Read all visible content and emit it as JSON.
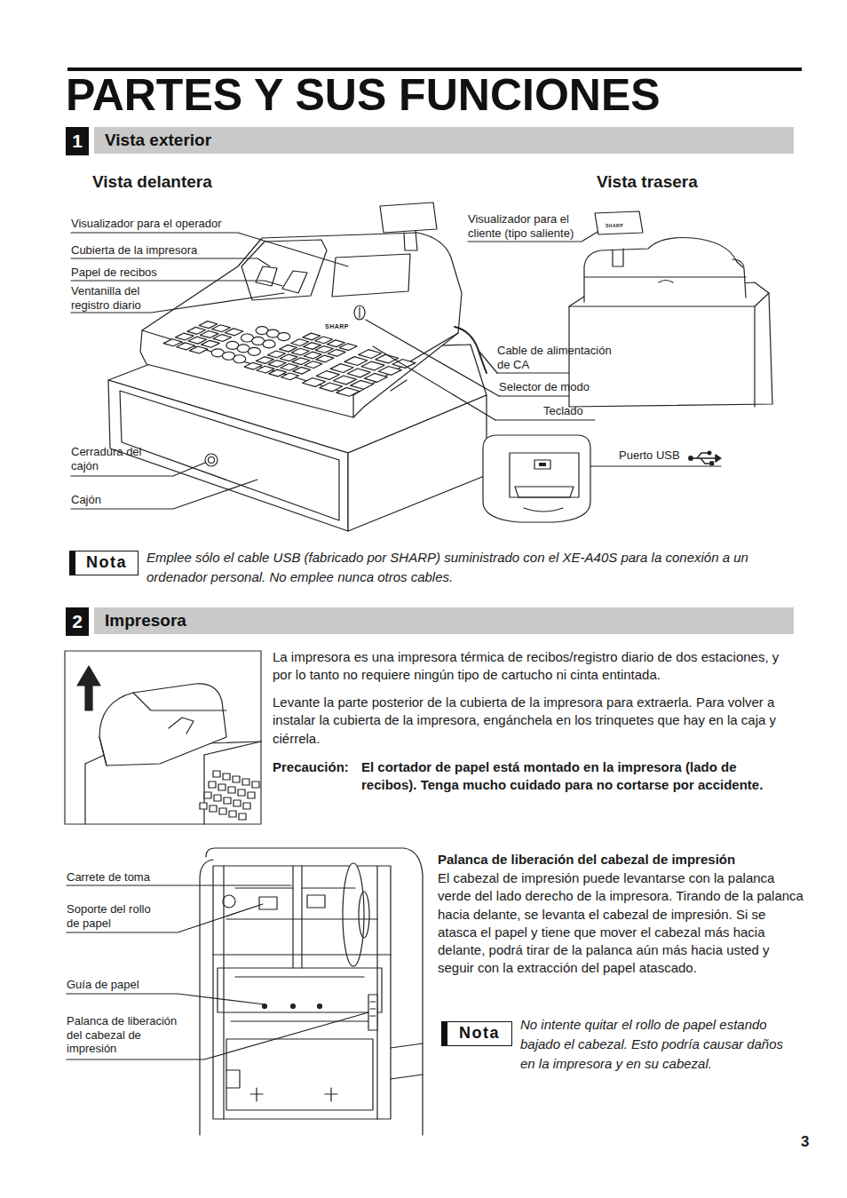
{
  "diagram": {
    "title": "PARTES Y SUS FUNCIONES",
    "nodes": [
      {
        "text": [
          "1"
        ]
      },
      {
        "text": [
          "Vista exterior"
        ]
      },
      {
        "text": [
          "Nota"
        ]
      },
      {
        "text": [
          "2"
        ]
      },
      {
        "text": [
          "Impresora"
        ]
      },
      {
        "text": [
          "Nota"
        ]
      }
    ],
    "labels": [
      "Vista delantera",
      "Vista trasera",
      "Visualizador para el operador",
      "Cubierta de la impresora",
      "Papel de recibos",
      "Ventanilla del registro diario",
      "Visualizador para el cliente (tipo saliente)",
      "Cable de alimentación de CA",
      "Selector de modo",
      "Teclado",
      "Cerradura del cajón",
      "Cajón",
      "Puerto USB",
      "SHARP",
      "SHARP",
      "Emplee sólo el cable USB (fabricado por SHARP) suministrado con el XE-A40S para la conexión a un ordenador personal. No emplee nunca otros cables.",
      "La impresora es una impresora térmica de recibos/registro diario de dos estaciones, y por lo tanto no requiere ningún tipo de cartucho ni cinta entintada.",
      "Levante la parte posterior de la cubierta de la impresora para extraerla. Para volver a instalar la cubierta de la impresora, engánchela en los trinquetes que hay en la caja y ciérrela.",
      "Precaución:",
      "El cortador de papel está montado en la impresora (lado de recibos). Tenga mucho cuidado para no cortarse por accidente.",
      "Carrete de toma",
      "Soporte del rollo de papel",
      "Guía de papel",
      "Palanca de liberación del cabezal de impresión",
      "Palanca de liberación del cabezal de impresión",
      "El cabezal de impresión puede levantarse con la palanca verde del lado derecho de la impresora. Tirando de la palanca hacia delante, se levanta el cabezal de impresión. Si se atasca el papel y tiene que mover el cabezal más hacia delante, podrá tirar de la palanca aún más hacia usted y seguir con la extracción del papel atascado.",
      "No intente quitar el rollo de papel estando bajado el cabezal. Esto podría causar daños en la impresora y en su cabezal.",
      "3"
    ]
  }
}
